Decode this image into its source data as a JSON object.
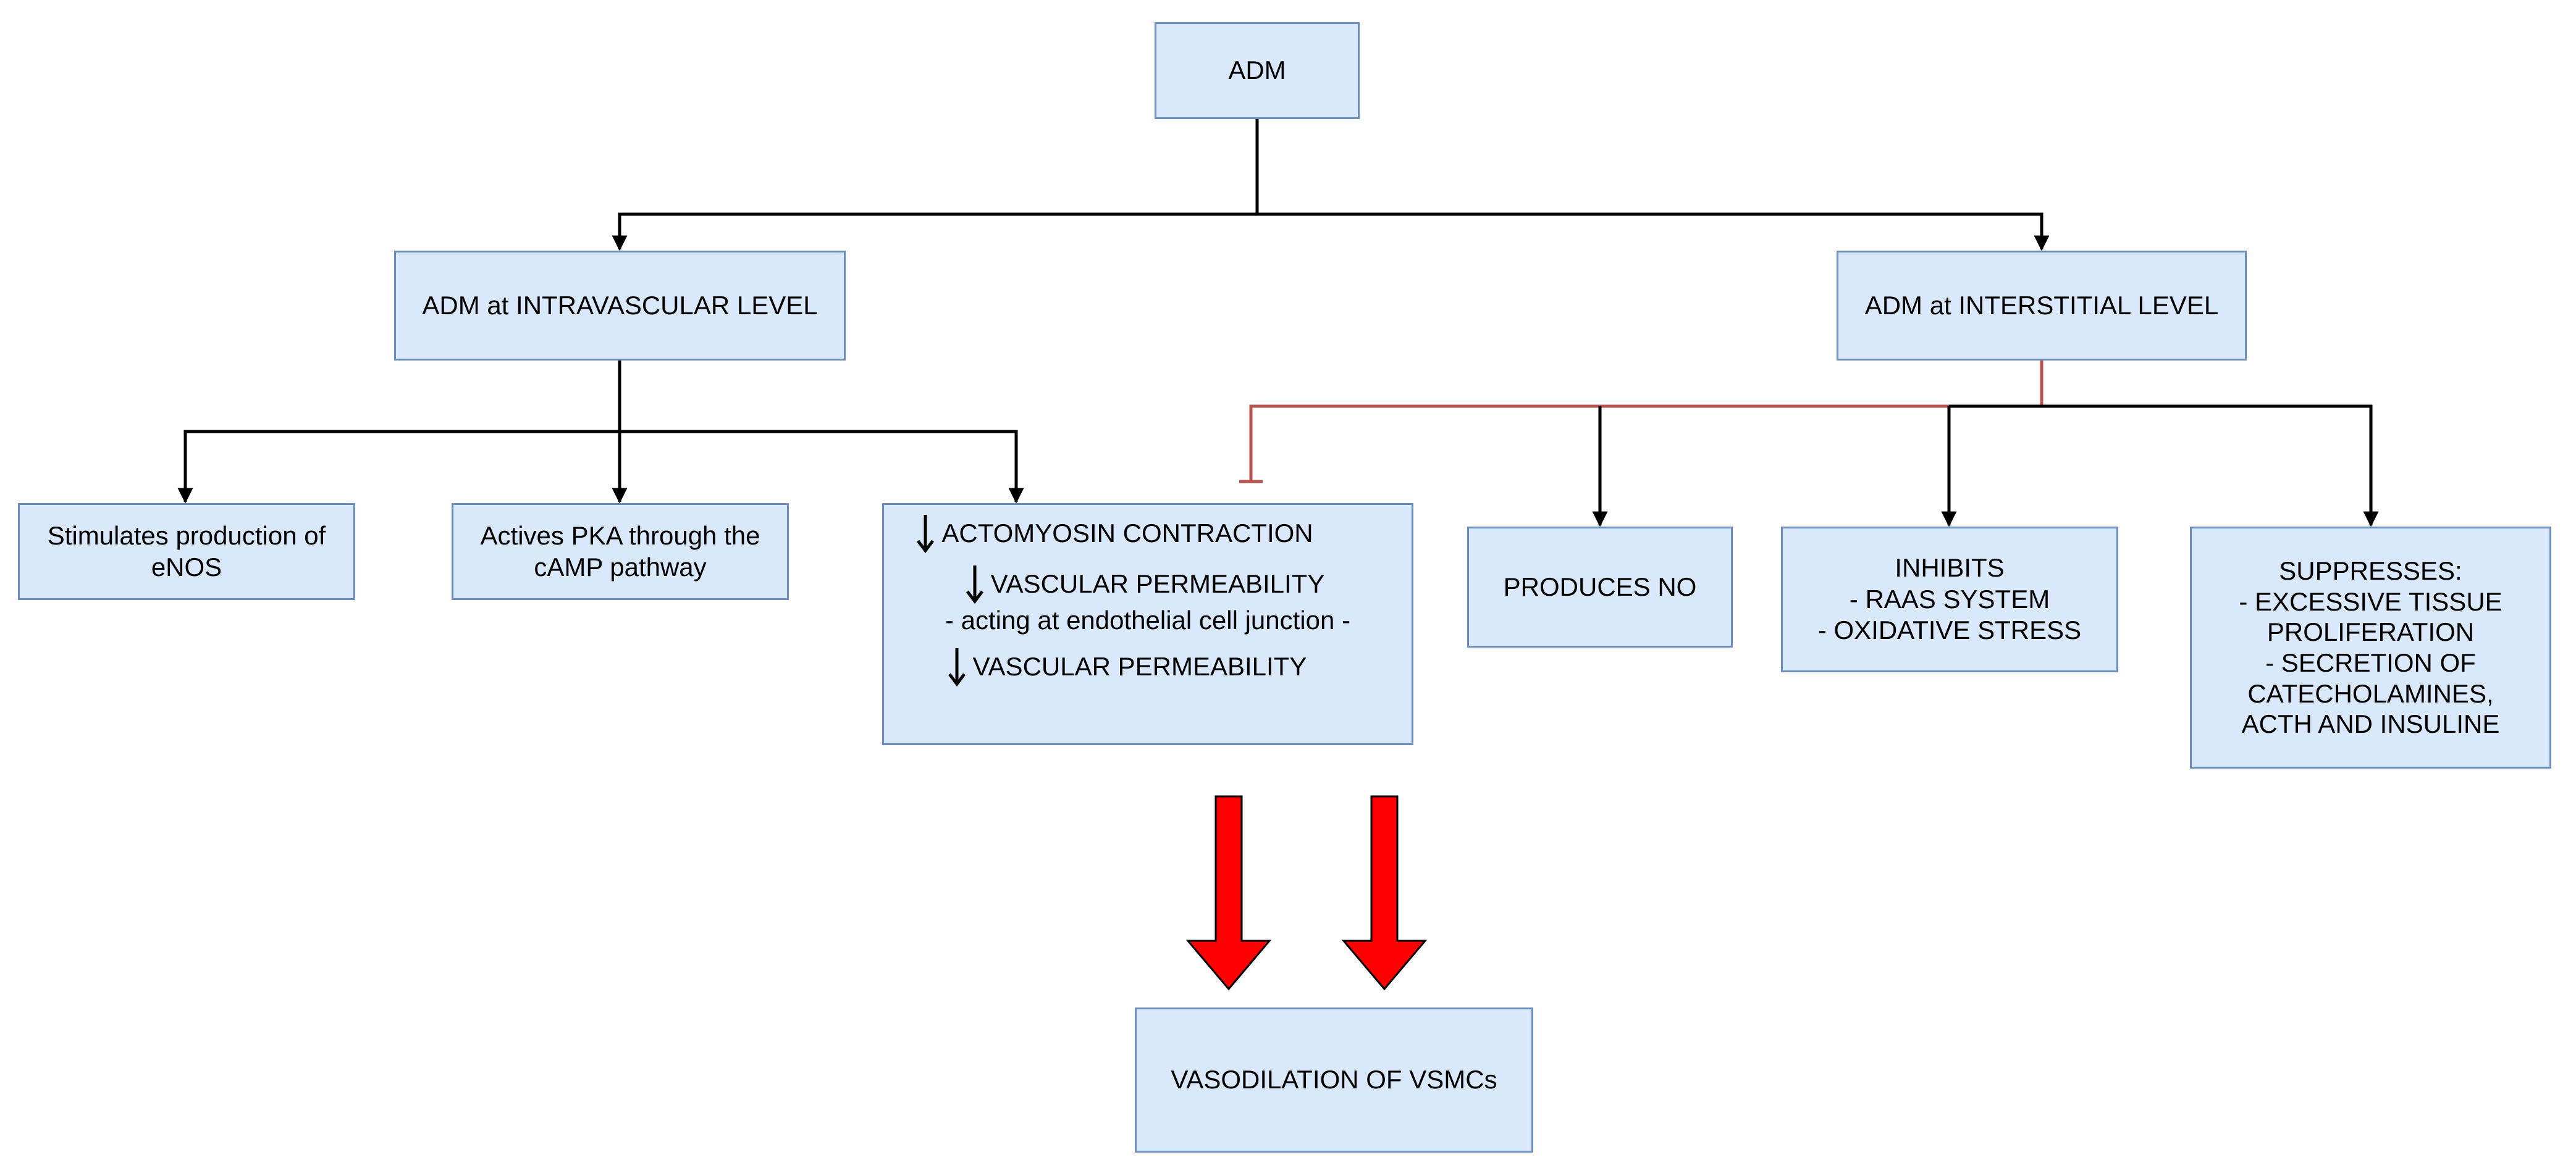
{
  "nodes": {
    "adm": "ADM",
    "intravascular": "ADM at INTRAVASCULAR LEVEL",
    "interstitial": "ADM at INTERSTITIAL LEVEL",
    "stimulates": [
      "Stimulates production of",
      "eNOS"
    ],
    "actives_pka": [
      "Actives PKA through the",
      "cAMP pathway"
    ],
    "actomyosin": {
      "line1": "ACTOMYOSIN CONTRACTION",
      "line2": "VASCULAR PERMEABILITY",
      "line3": "- acting at endothelial cell junction -",
      "line4": "VASCULAR PERMEABILITY"
    },
    "produces_no": "PRODUCES NO",
    "inhibits": [
      "INHIBITS",
      "- RAAS SYSTEM",
      "- OXIDATIVE STRESS"
    ],
    "suppresses": [
      "SUPPRESSES:",
      "- EXCESSIVE TISSUE",
      "PROLIFERATION",
      "- SECRETION OF",
      "CATECHOLAMINES,",
      "ACTH AND INSULINE"
    ],
    "vasodilation": "VASODILATION OF VSMCs"
  },
  "colors": {
    "node_fill": "#dae8fc",
    "node_border": "#6c8ebf",
    "edge": "#000000",
    "inhibition_edge": "#b85450",
    "big_arrow": "#ff0000"
  }
}
